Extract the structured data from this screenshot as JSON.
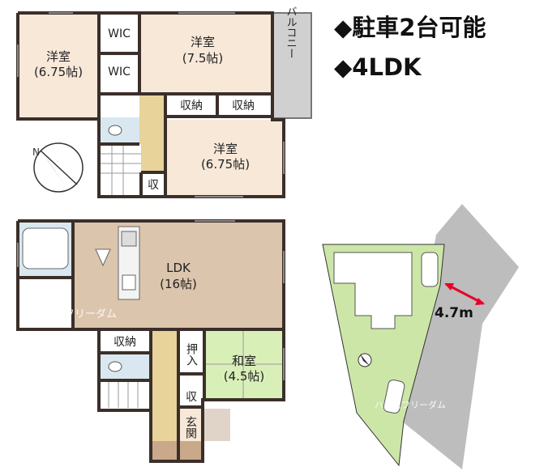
{
  "headline": {
    "line1": "◆駐車2台可能",
    "line2": "◆4LDK"
  },
  "second_floor": {
    "rooms": {
      "western_left": {
        "name": "洋室",
        "size": "(6.75帖)"
      },
      "western_center": {
        "name": "洋室",
        "size": "(7.5帖)"
      },
      "western_lower": {
        "name": "洋室",
        "size": "(6.75帖)"
      },
      "wic_top": "WIC",
      "wic_bottom": "WIC",
      "storage_a": "収納",
      "storage_b": "収納",
      "storage_small": "収",
      "balcony": "バルコニー"
    }
  },
  "first_floor": {
    "rooms": {
      "ldk": {
        "name": "LDK",
        "size": "(16帖)"
      },
      "japanese": {
        "name": "和室",
        "size": "(4.5帖)"
      },
      "storage": "収納",
      "closet": "押入",
      "storage_small": "収",
      "entrance": "玄関"
    }
  },
  "site_plan": {
    "road_width": "4.7m"
  },
  "watermarks": {
    "floor": "ハウスフリーダム",
    "site": "ハウスフリーダム"
  },
  "colors": {
    "wall": "#3b2f2a",
    "room_beige": "#f7e8d8",
    "ldk": "#dcc5ad",
    "japanese": "#d9efb8",
    "hall": "#e8d39a",
    "wet": "#d9e8f0",
    "balcony": "#d0d0d0",
    "site_green": "#cce6a8",
    "road_gray": "#bdbdbd",
    "arrow_red": "#e8002a"
  }
}
